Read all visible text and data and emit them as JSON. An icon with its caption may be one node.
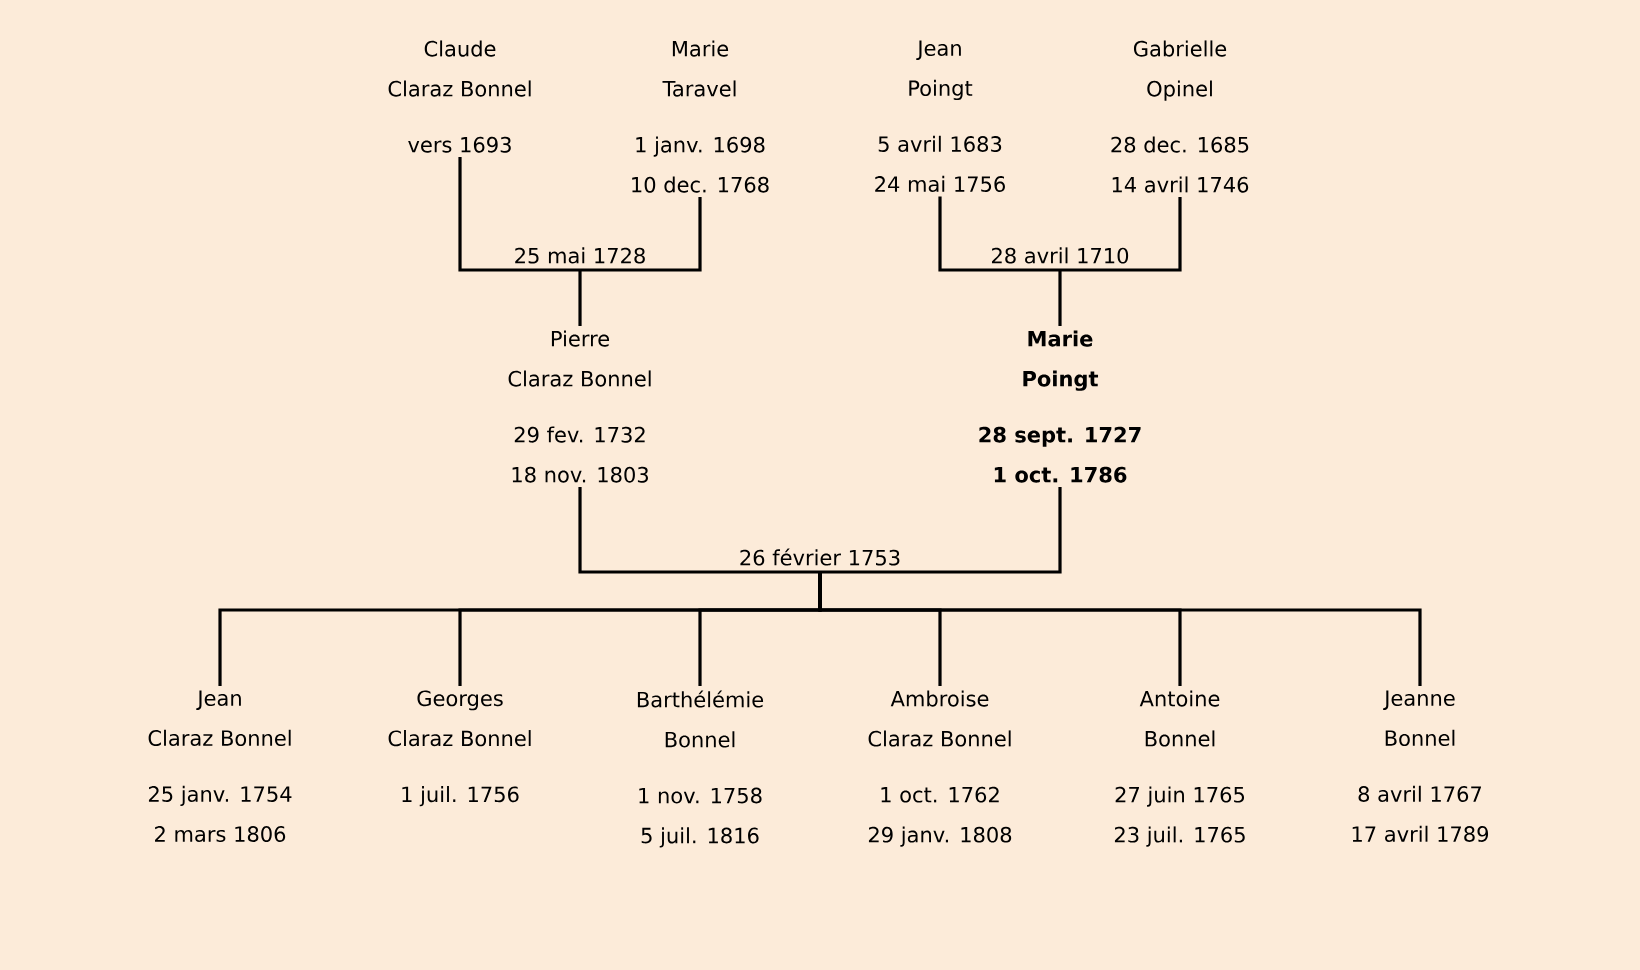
{
  "diagram": {
    "nodes": [
      {
        "text": [
          "Claude",
          "Claraz Bonnel",
          "vers 1693"
        ]
      },
      {
        "text": [
          "Marie",
          "Taravel",
          "1 janv. 1698",
          "10 dec. 1768"
        ]
      },
      {
        "text": [
          "Jean",
          "Poingt",
          "5 avril 1683",
          "24 mai 1756"
        ]
      },
      {
        "text": [
          "Gabrielle",
          "Opinel",
          "28 dec. 1685",
          "14 avril 1746"
        ]
      },
      {
        "text": [
          "25 mai 1728"
        ]
      },
      {
        "text": [
          "28 avril 1710"
        ]
      },
      {
        "text": [
          "Pierre",
          "Claraz Bonnel",
          "29 fev. 1732",
          "18 nov. 1803"
        ]
      },
      {
        "text": [
          "Marie",
          "Poingt",
          "28 sept. 1727",
          "1 oct. 1786"
        ]
      },
      {
        "text": [
          "26 février 1753"
        ]
      },
      {
        "text": [
          "Jean",
          "Claraz Bonnel",
          "25 janv. 1754",
          "2 mars 1806"
        ]
      },
      {
        "text": [
          "Georges",
          "Claraz Bonnel",
          "1 juil. 1756"
        ]
      },
      {
        "text": [
          "Barthélémie",
          "Bonnel",
          "1 nov. 1758",
          "5 juil. 1816"
        ]
      },
      {
        "text": [
          "Ambroise",
          "Claraz Bonnel",
          "1 oct. 1762",
          "29 janv. 1808"
        ]
      },
      {
        "text": [
          "Antoine",
          "Bonnel",
          "27 juin 1765",
          "23 juil. 1765"
        ]
      },
      {
        "text": [
          "Jeanne",
          "Bonnel",
          "8 avril 1767",
          "17 avril 1789"
        ]
      }
    ],
    "edges": [
      {
        "from": 0,
        "to": 4,
        "arrow": "none"
      },
      {
        "from": 1,
        "to": 4,
        "arrow": "none"
      },
      {
        "from": 2,
        "to": 5,
        "arrow": "none"
      },
      {
        "from": 3,
        "to": 5,
        "arrow": "none"
      },
      {
        "from": 4,
        "to": 6,
        "arrow": "none"
      },
      {
        "from": 5,
        "to": 7,
        "arrow": "none"
      },
      {
        "from": 6,
        "to": 8,
        "arrow": "none"
      },
      {
        "from": 7,
        "to": 8,
        "arrow": "none"
      },
      {
        "from": 8,
        "to": 9,
        "arrow": "none"
      },
      {
        "from": 8,
        "to": 10,
        "arrow": "none"
      },
      {
        "from": 8,
        "to": 11,
        "arrow": "none"
      },
      {
        "from": 8,
        "to": 12,
        "arrow": "none"
      },
      {
        "from": 8,
        "to": 13,
        "arrow": "none"
      },
      {
        "from": 8,
        "to": 14,
        "arrow": "none"
      }
    ]
  }
}
